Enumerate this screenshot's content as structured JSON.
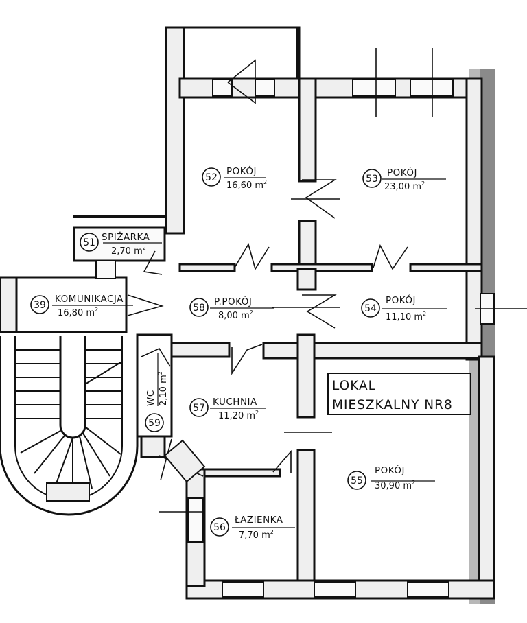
{
  "plan": {
    "title_line1": "LOKAL",
    "title_line2": "MIESZKALNY NR8",
    "area_unit_exp": "2",
    "rooms": [
      {
        "id": "52",
        "name": "POKÓJ",
        "area": "16,60 m"
      },
      {
        "id": "53",
        "name": "POKÓJ",
        "area": "23,00 m"
      },
      {
        "id": "51",
        "name": "SPIŻARKA",
        "area": "2,70 m"
      },
      {
        "id": "39",
        "name": "KOMUNIKACJA",
        "area": "16,80 m"
      },
      {
        "id": "58",
        "name": "P.POKÓJ",
        "area": "8,00 m"
      },
      {
        "id": "54",
        "name": "POKÓJ",
        "area": "11,10 m"
      },
      {
        "id": "57",
        "name": "KUCHNIA",
        "area": "11,20 m"
      },
      {
        "id": "59",
        "name": "WC",
        "area": "2,10 m"
      },
      {
        "id": "55",
        "name": "POKÓJ",
        "area": "30,90 m"
      },
      {
        "id": "56",
        "name": "ŁAZIENKA",
        "area": "7,70 m"
      }
    ]
  }
}
